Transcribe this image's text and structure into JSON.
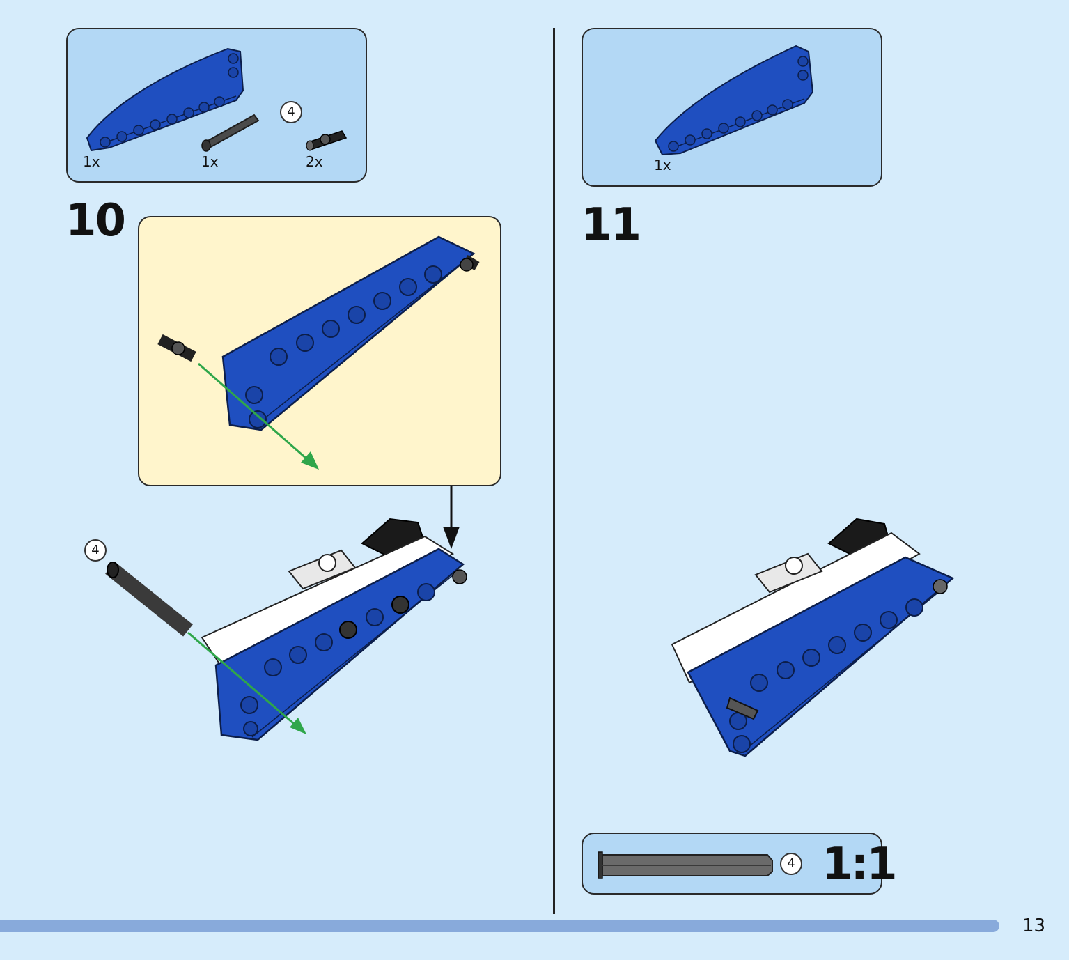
{
  "step10": {
    "number": "10",
    "parts": [
      {
        "name": "blue-curved-beam",
        "qty": "1x"
      },
      {
        "name": "dark-grey-axle",
        "qty": "1x",
        "length": "4"
      },
      {
        "name": "black-friction-pin",
        "qty": "2x"
      }
    ],
    "main_axle_length": "4"
  },
  "step11": {
    "number": "11",
    "parts": [
      {
        "name": "blue-curved-beam",
        "qty": "1x"
      }
    ]
  },
  "scale_box": {
    "axle_length": "4",
    "ratio": "1:1"
  },
  "page": {
    "number": "13"
  },
  "colors": {
    "background": "#d6ecfb",
    "parts_box": "#b3d8f5",
    "callout": "#fff5cc",
    "brick_blue": "#1f4fc0",
    "axle_grey": "#4a4a4a",
    "arrow_green": "#2fa64a",
    "bottom_bar": "#88aadb"
  }
}
